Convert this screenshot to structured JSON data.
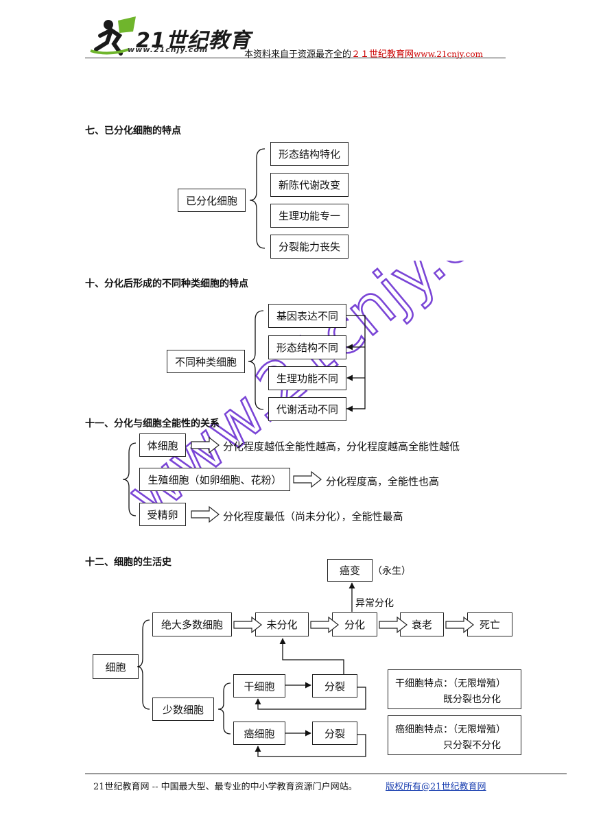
{
  "header": {
    "logo_text": "21世纪教育",
    "logo_url_text": "www.21cnjy.com",
    "source_prefix": "本资料来自于资源最齐全的",
    "source_site": "２１世纪教育网",
    "source_url": "www.21cnjy.com"
  },
  "section7": {
    "heading": "七、已分化细胞的特点",
    "root": "已分化细胞",
    "items": [
      "形态结构特化",
      "新陈代谢改变",
      "生理功能专一",
      "分裂能力丧失"
    ]
  },
  "section10": {
    "heading": "十、分化后形成的不同种类细胞的特点",
    "root": "不同种类细胞",
    "items": [
      "基因表达不同",
      "形态结构不同",
      "生理功能不同",
      "代谢活动不同"
    ]
  },
  "section11": {
    "heading": "十一、分化与细胞全能性的关系",
    "rows": [
      {
        "box": "体细胞",
        "desc": "分化程度越低全能性越高，分化程度越高全能性越低"
      },
      {
        "box": "生殖细胞（如卵细胞、花粉）",
        "desc": "分化程度高，全能性也高"
      },
      {
        "box": "受精卵",
        "desc": "分化程度最低（尚未分化），全能性最高"
      }
    ]
  },
  "section12": {
    "heading": "十二、细胞的生活史",
    "root": "细胞",
    "majority": "绝大多数细胞",
    "minority": "少数细胞",
    "undiff": "未分化",
    "diff": "分化",
    "aging": "衰老",
    "death": "死亡",
    "cancer": "癌变",
    "cancer_note": "（永生）",
    "abnormal": "异常分化",
    "stem": "干细胞",
    "stem_divide": "分裂",
    "cancer_cell": "癌细胞",
    "cancer_divide": "分裂",
    "note_stem_1": "干细胞特点：（无限增殖）",
    "note_stem_2": "既分裂也分化",
    "note_cancer_1": "癌细胞特点：（无限增殖）",
    "note_cancer_2": "只分裂不分化"
  },
  "watermark_text": "www.21cnjy.com",
  "footer": {
    "left": "21世纪教育网 -- 中国最大型、最专业的中小学教育资源门户网站。",
    "right": "版权所有@21世纪教育网"
  }
}
